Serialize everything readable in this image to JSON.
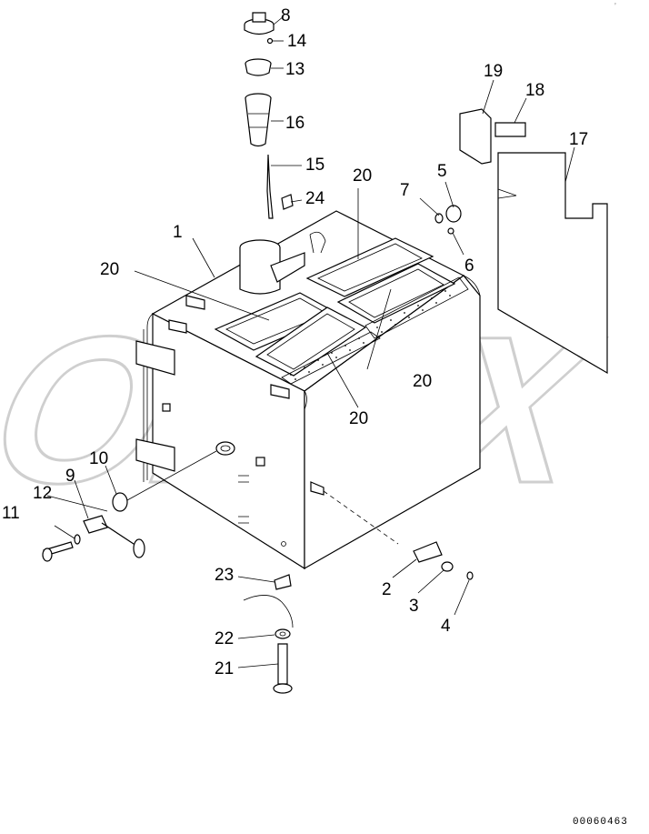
{
  "watermark": "OPEX",
  "corner_mark": "ᵖ",
  "document_code": "00060463",
  "callouts": [
    {
      "id": "c8",
      "label": "8"
    },
    {
      "id": "c14",
      "label": "14"
    },
    {
      "id": "c13",
      "label": "13"
    },
    {
      "id": "c16",
      "label": "16"
    },
    {
      "id": "c15",
      "label": "15"
    },
    {
      "id": "c24",
      "label": "24"
    },
    {
      "id": "c19",
      "label": "19"
    },
    {
      "id": "c18",
      "label": "18"
    },
    {
      "id": "c17",
      "label": "17"
    },
    {
      "id": "c5",
      "label": "5"
    },
    {
      "id": "c7",
      "label": "7"
    },
    {
      "id": "c6",
      "label": "6"
    },
    {
      "id": "c20a",
      "label": "20"
    },
    {
      "id": "c1",
      "label": "1"
    },
    {
      "id": "c20b",
      "label": "20"
    },
    {
      "id": "c20c",
      "label": "20"
    },
    {
      "id": "c20d",
      "label": "20"
    },
    {
      "id": "c10",
      "label": "10"
    },
    {
      "id": "c9",
      "label": "9"
    },
    {
      "id": "c12",
      "label": "12"
    },
    {
      "id": "c11",
      "label": "11"
    },
    {
      "id": "c23",
      "label": "23"
    },
    {
      "id": "c22",
      "label": "22"
    },
    {
      "id": "c21",
      "label": "21"
    },
    {
      "id": "c2",
      "label": "2"
    },
    {
      "id": "c3",
      "label": "3"
    },
    {
      "id": "c4",
      "label": "4"
    }
  ]
}
